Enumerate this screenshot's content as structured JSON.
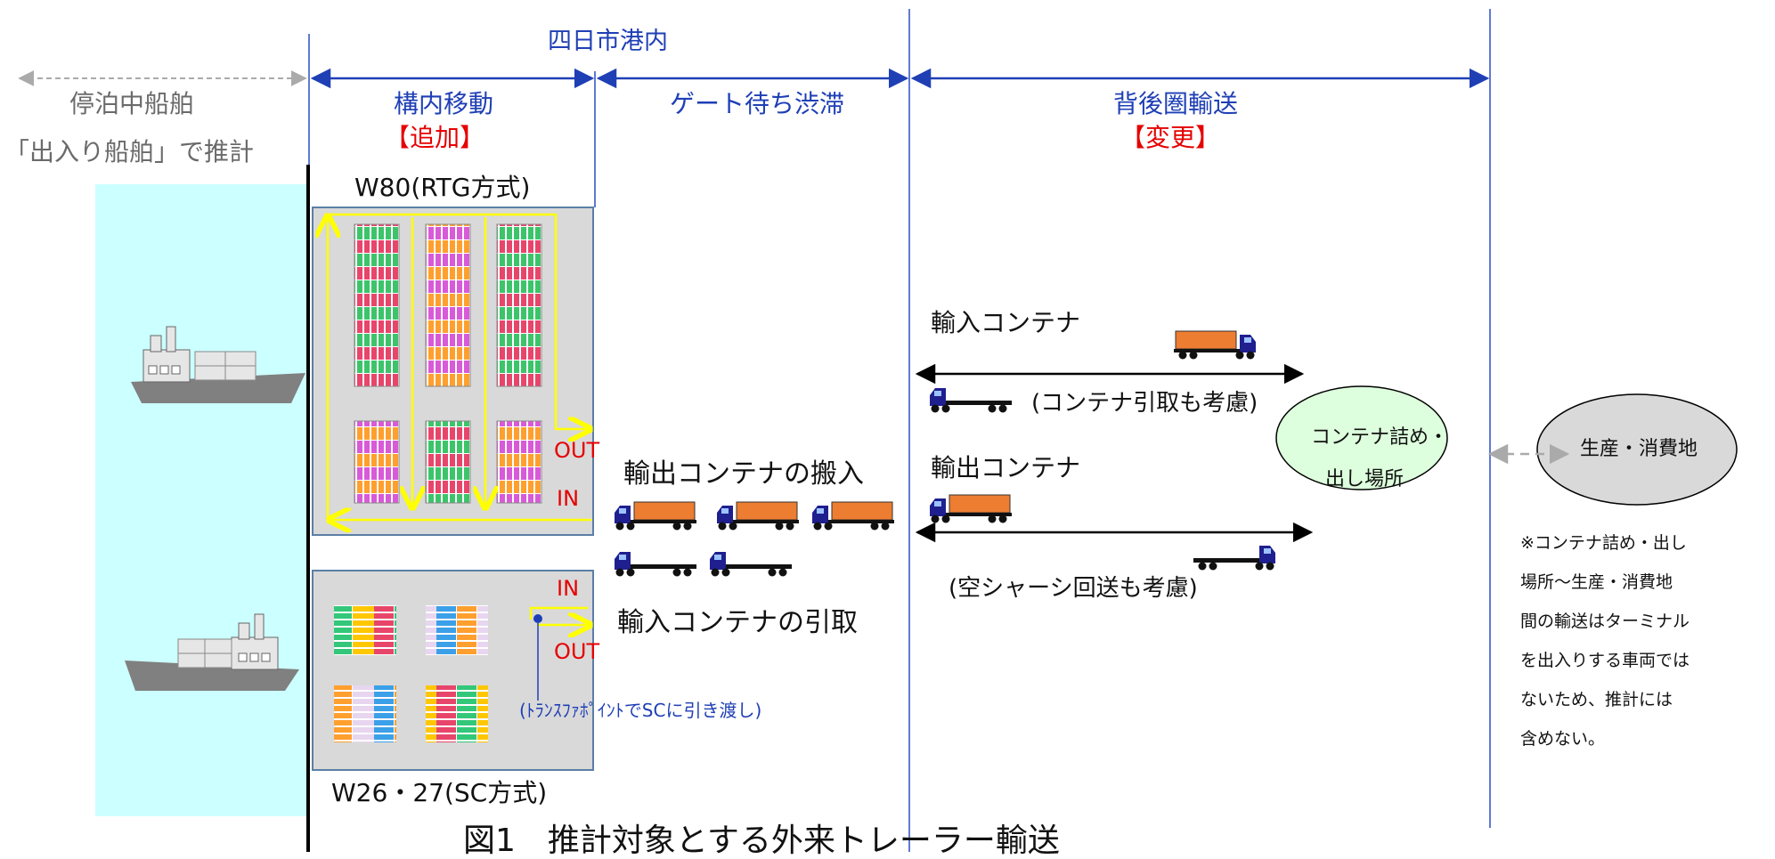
{
  "colors": {
    "blue": "#1f3fb5",
    "red": "#e60000",
    "yellow": "#ffff00",
    "sea": "#ccffff",
    "yard": "#d9d9d9",
    "yard_border": "#5b7fa6",
    "trailer": "#ed7d31",
    "cab": "#1f1f8f",
    "bubble_green": "#ddffdd",
    "bubble_gray": "#d9d9d9"
  },
  "sections": {
    "port_area": "四日市港内",
    "moored_ship": "停泊中船舶",
    "moored_note": "「出入り船舶」で推計",
    "yard_move": "構内移動",
    "yard_move_tag": "【追加】",
    "gate_wait": "ゲート待ち渋滞",
    "hinterland": "背後圏輸送",
    "hinterland_tag": "【変更】"
  },
  "terminals": {
    "w80": "W80(RTG方式)",
    "w26": "W26・27(SC方式)",
    "out1": "OUT",
    "in1": "IN",
    "in2": "IN",
    "out2": "OUT",
    "transfer_note": "(ﾄﾗﾝｽﾌｧﾎﾟｲﾝﾄでSCに引き渡し)"
  },
  "flows": {
    "export_in": "輸出コンテナの搬入",
    "import_out": "輸入コンテナの引取",
    "import_label": "輸入コンテナ",
    "import_note": "(コンテナ引取も考慮)",
    "export_label": "輸出コンテナ",
    "export_note": "(空シャーシ回送も考慮)"
  },
  "nodes": {
    "stuffing": [
      "コンテナ詰め・",
      "出し場所"
    ],
    "production": "生産・消費地"
  },
  "footnote": [
    "※コンテナ詰め・出し",
    "場所～生産・消費地",
    "間の輸送はターミナル",
    "を出入りする車両では",
    "ないため、推計には",
    "含めない。"
  ],
  "caption": "図1　推計対象とする外来トレーラー輸送",
  "icons": [
    "ship-icon",
    "truck-icon",
    "container-stack-icon"
  ]
}
